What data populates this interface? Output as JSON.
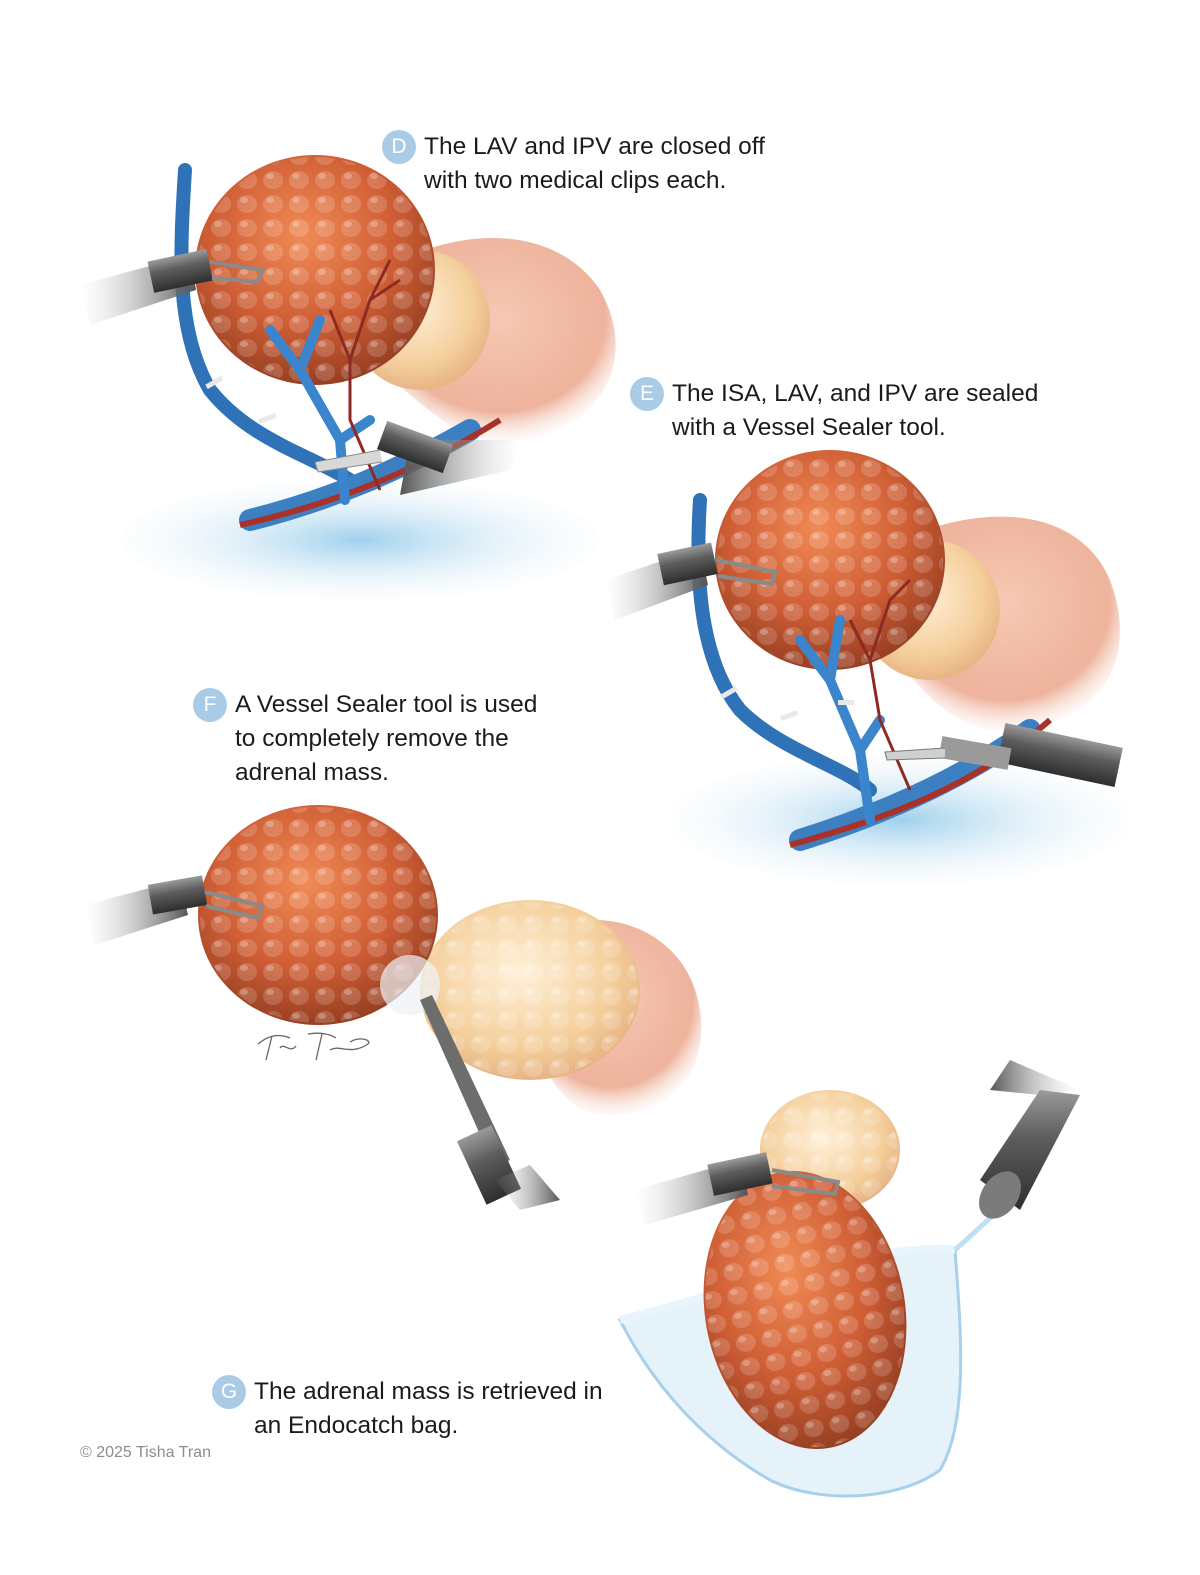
{
  "steps": [
    {
      "letter": "D",
      "lines": [
        "The LAV and IPV are closed off",
        "with two medical clips each."
      ]
    },
    {
      "letter": "E",
      "lines": [
        "The ISA, LAV, and IPV are sealed",
        "with a Vessel Sealer tool."
      ]
    },
    {
      "letter": "F",
      "lines": [
        "A Vessel Sealer tool is used",
        "to completely remove the",
        "adrenal mass."
      ]
    },
    {
      "letter": "G",
      "lines": [
        "The adrenal mass is retrieved in",
        "an Endocatch bag."
      ]
    }
  ],
  "copyright": "© 2025 Tisha Tran",
  "signature": "Tisha Tran",
  "colors": {
    "badge": "#a9cbe6",
    "mass": "#cf5e35",
    "gland": "#f4cf9c",
    "vein": "#2f72b7",
    "artery": "#a8322a",
    "tissue": "#f0b9a3",
    "instrument": "#6f6f6f"
  }
}
